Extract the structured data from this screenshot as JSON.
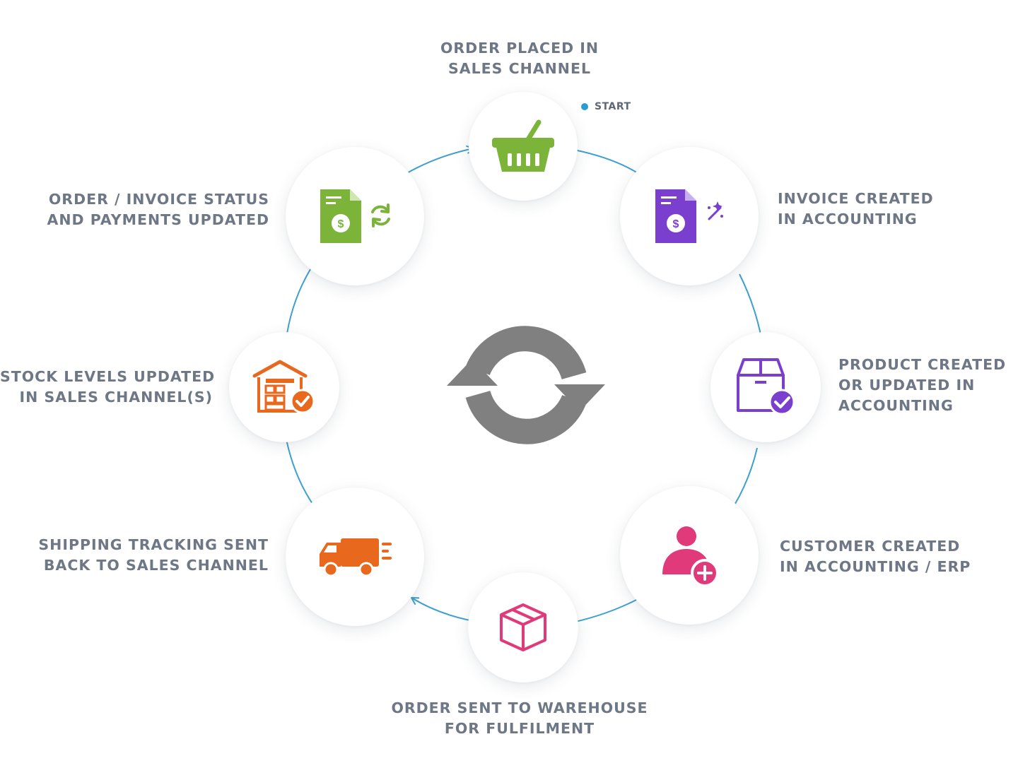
{
  "diagram": {
    "steps": [
      {
        "id": "order-placed",
        "lines": [
          "ORDER PLACED IN",
          "SALES CHANNEL"
        ],
        "icon": "shopping-basket-icon",
        "color": "#7cb43a"
      },
      {
        "id": "invoice-created",
        "lines": [
          "INVOICE CREATED",
          "IN ACCOUNTING"
        ],
        "icon": "invoice-magic-icon",
        "color": "#7b3fd0"
      },
      {
        "id": "product-created",
        "lines": [
          "PRODUCT CREATED",
          "OR UPDATED IN",
          "ACCOUNTING"
        ],
        "icon": "box-check-icon",
        "color": "#7b3fd0"
      },
      {
        "id": "customer-created",
        "lines": [
          "CUSTOMER CREATED",
          "IN ACCOUNTING / ERP"
        ],
        "icon": "add-user-icon",
        "color": "#e03a7a"
      },
      {
        "id": "order-sent",
        "lines": [
          "ORDER SENT TO WAREHOUSE",
          "FOR FULFILMENT"
        ],
        "icon": "package-icon",
        "color": "#e03a7a"
      },
      {
        "id": "shipping-tracking",
        "lines": [
          "SHIPPING TRACKING SENT",
          "BACK TO SALES CHANNEL"
        ],
        "icon": "delivery-truck-icon",
        "color": "#e8691e"
      },
      {
        "id": "stock-levels",
        "lines": [
          "STOCK LEVELS UPDATED",
          "IN SALES CHANNEL(S)"
        ],
        "icon": "warehouse-check-icon",
        "color": "#e8691e"
      },
      {
        "id": "order-invoice-status",
        "lines": [
          "ORDER / INVOICE STATUS",
          "AND PAYMENTS UPDATED"
        ],
        "icon": "invoice-sync-icon",
        "color": "#7cb43a"
      }
    ],
    "start_marker": {
      "label": "START",
      "color": "#2b9bd1"
    },
    "center_icon": "sync-cycle-icon",
    "colors": {
      "arrow": "#3fa0cf",
      "label_text": "#6e7785",
      "center_icon": "#808080"
    }
  }
}
